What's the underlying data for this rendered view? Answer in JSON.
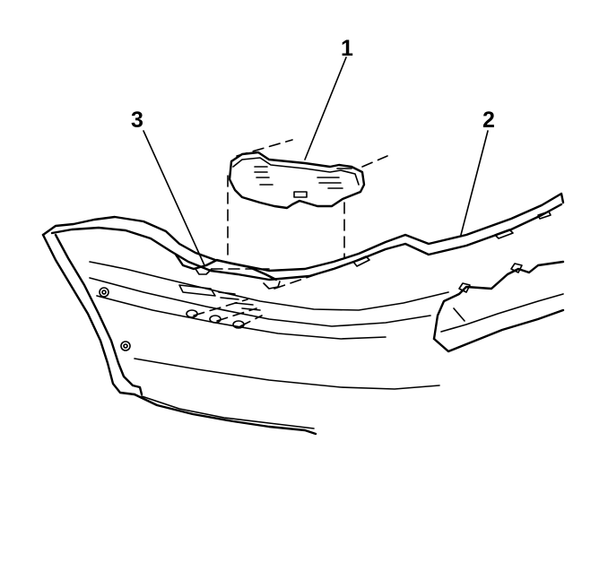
{
  "callouts": [
    {
      "id": "callout-1",
      "text": "1"
    },
    {
      "id": "callout-2",
      "text": "2"
    },
    {
      "id": "callout-3",
      "text": "3"
    }
  ]
}
